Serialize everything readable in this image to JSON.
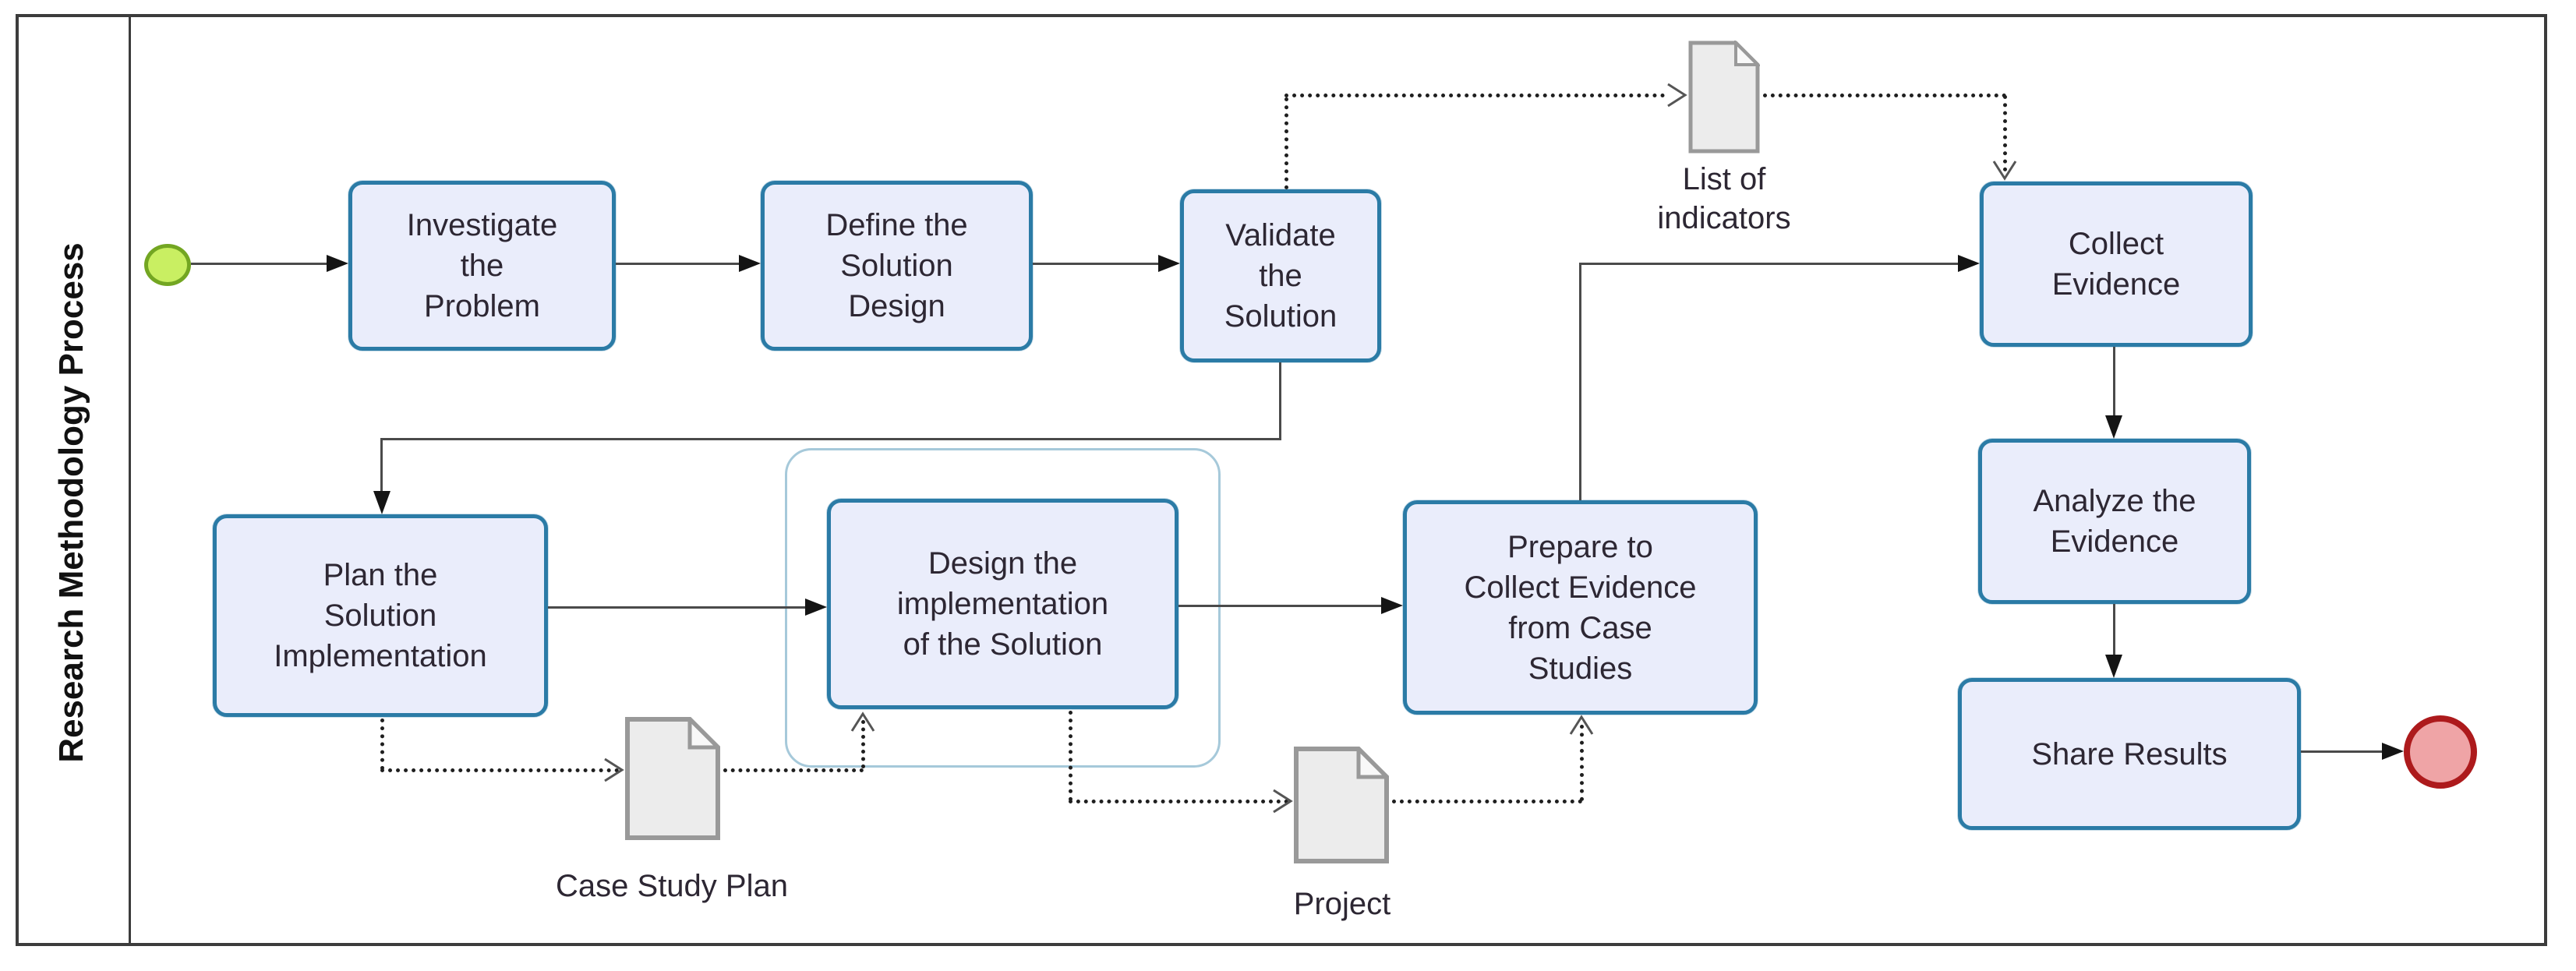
{
  "diagram": {
    "lane_label": "Research Methodology Process",
    "tasks": {
      "investigate": {
        "label": "Investigate\nthe\nProblem"
      },
      "define": {
        "label": "Define the\nSolution\nDesign"
      },
      "validate": {
        "label": "Validate\nthe\nSolution"
      },
      "plan": {
        "label": "Plan the\nSolution\nImplementation"
      },
      "design": {
        "label": "Design the\nimplementation\nof the Solution"
      },
      "prepare": {
        "label": "Prepare to\nCollect Evidence\nfrom Case\nStudies"
      },
      "collect": {
        "label": "Collect\nEvidence"
      },
      "analyze": {
        "label": "Analyze the\nEvidence"
      },
      "share": {
        "label": "Share Results"
      }
    },
    "artifacts": {
      "list_of_indicators": {
        "label": "List of\nindicators"
      },
      "case_study_plan": {
        "label": "Case Study Plan"
      },
      "project": {
        "label": "Project"
      }
    },
    "events": {
      "start": {
        "type": "start"
      },
      "end": {
        "type": "end"
      }
    },
    "colors": {
      "task_fill": "#eaedfb",
      "task_border": "#2b7ba6",
      "group_border": "#a6c9da",
      "start_fill": "#c9ef62",
      "start_border": "#73a622",
      "end_fill": "#efa4a6",
      "end_border": "#ad1a1c",
      "doc_fill": "#ececec",
      "doc_border": "#999999",
      "flow": "#4a4a4a",
      "text": "#2d2733"
    }
  }
}
